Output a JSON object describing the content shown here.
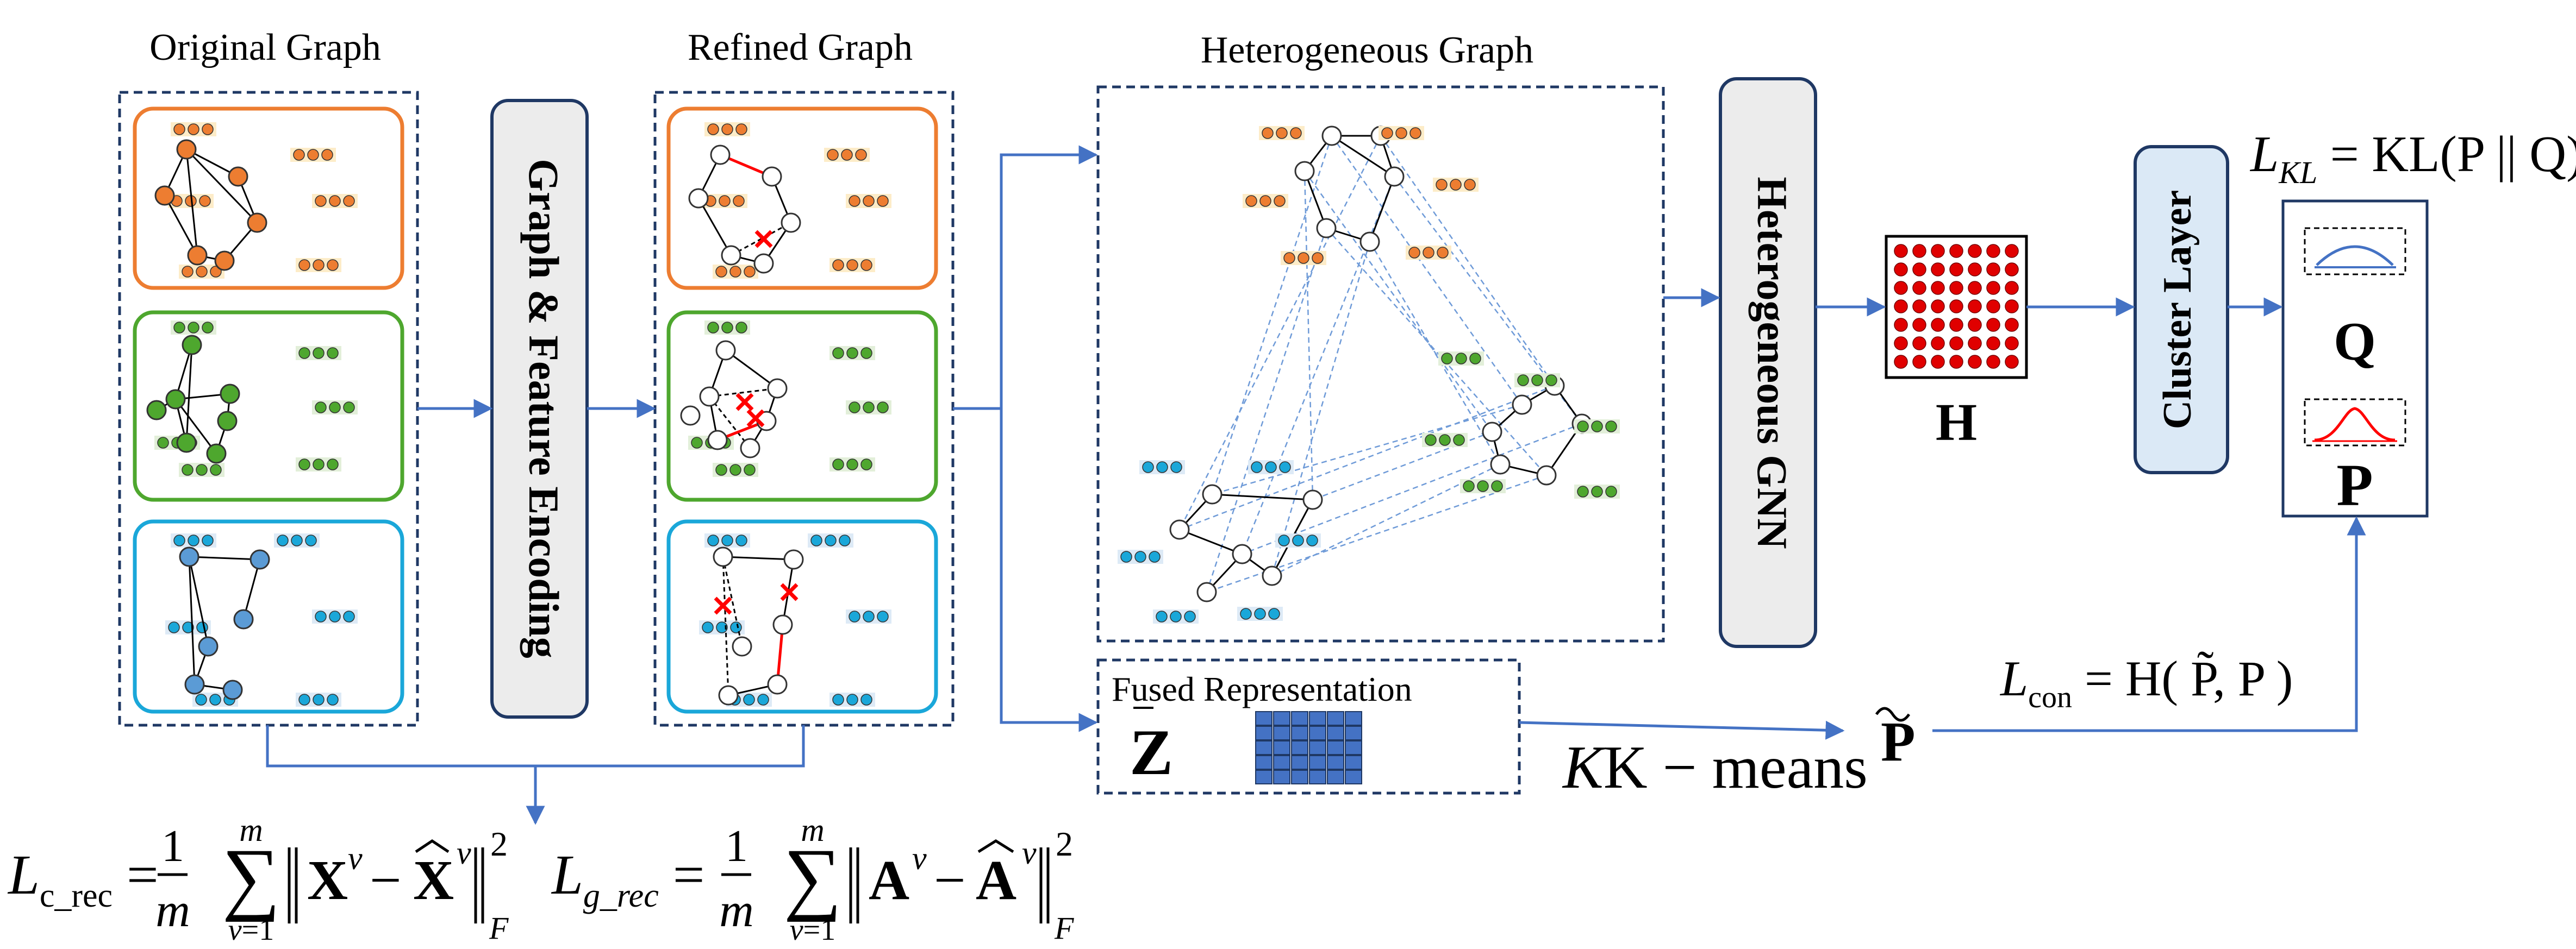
{
  "titles": {
    "original": "Original Graph",
    "refined": "Refined Graph",
    "heterogeneous": "Heterogeneous Graph"
  },
  "modules": {
    "encoding": "Graph & Feature Encoding",
    "hgnn": "Heterogeneous GNN",
    "cluster": "Cluster Layer"
  },
  "fused": {
    "title": "Fused Representation",
    "symbol": "Z"
  },
  "embedding": {
    "symbol": "H"
  },
  "distributions": {
    "q": "Q",
    "p": "P"
  },
  "kmeans": {
    "label": "K − means",
    "result": "P"
  },
  "losses": {
    "kl": {
      "L": "L",
      "sub": "KL",
      "rhs": " = KL(P || Q)"
    },
    "con": {
      "L": "L",
      "sub": "con",
      "rhs": " = H( P̃,  P )"
    },
    "c_rec": {
      "L": "L",
      "sub": "c_rec"
    },
    "g_rec": {
      "L": "L",
      "sub": "g_rec"
    }
  },
  "colors": {
    "orange": "#ed7d31",
    "green": "#4ea72e",
    "blue": "#5b9bd5",
    "light_blue": "#1aa7d9",
    "arrow": "#4472c4",
    "red": "#ff0000",
    "dark_box": "#1f3864"
  }
}
